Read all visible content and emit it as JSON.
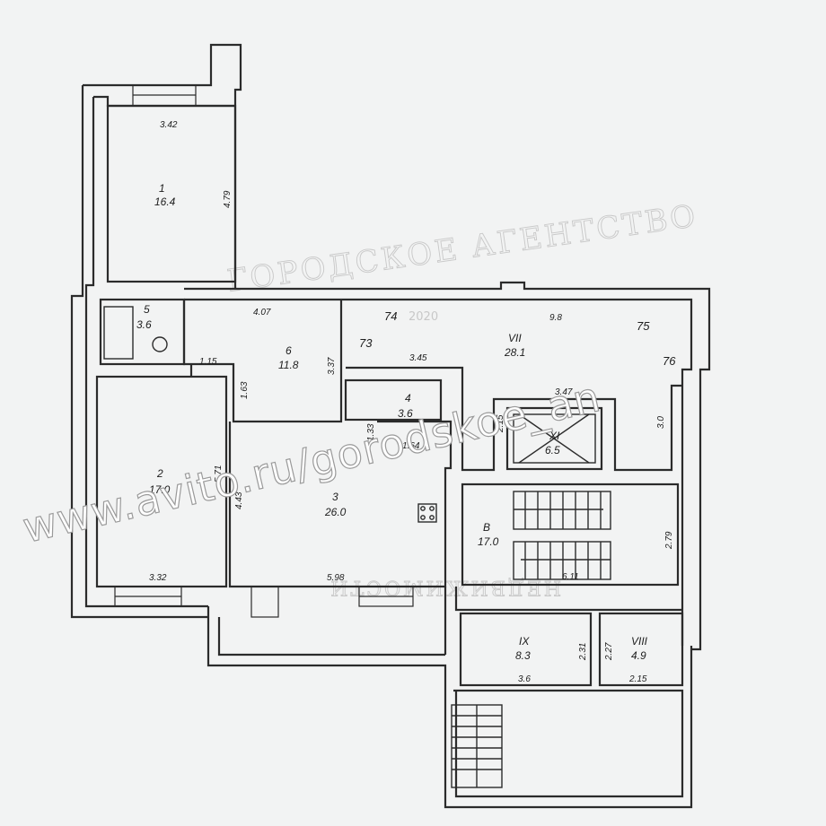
{
  "rooms": [
    {
      "id": "1",
      "num": "1",
      "area": "16.4"
    },
    {
      "id": "2",
      "num": "2",
      "area": "17.0"
    },
    {
      "id": "3",
      "num": "3",
      "area": "26.0"
    },
    {
      "id": "4",
      "num": "4",
      "area": "3.6"
    },
    {
      "id": "5",
      "num": "5",
      "area": "3.6"
    },
    {
      "id": "6",
      "num": "6",
      "area": "11.8"
    },
    {
      "id": "VII",
      "num": "VII",
      "area": "28.1"
    },
    {
      "id": "VIII",
      "num": "VIII",
      "area": "4.9"
    },
    {
      "id": "IX",
      "num": "IX",
      "area": "8.3"
    },
    {
      "id": "B",
      "num": "B",
      "area": "17.0"
    },
    {
      "id": "XI",
      "num": "XI",
      "area": "6.5"
    }
  ],
  "dimensions": [
    "3.42",
    "4.79",
    "4.07",
    "1.15",
    "1.63",
    "3.37",
    "3.45",
    "9.8",
    "3.47",
    "2.15",
    "3.0",
    "5.71",
    "4.43",
    "3.32",
    "5.98",
    "1.33",
    "1.64",
    "2.79",
    "6.11",
    "2.31",
    "2.27",
    "3.6",
    "2.15",
    "74",
    "73",
    "75",
    "76"
  ],
  "watermark": {
    "text": "www.avito.ru/gorodskoe_an",
    "faint": "ГОРОДСКОЕ АГЕНТСТВО",
    "faint_bottom": "НЕДВИЖИМОСТИ",
    "year": "2020"
  }
}
